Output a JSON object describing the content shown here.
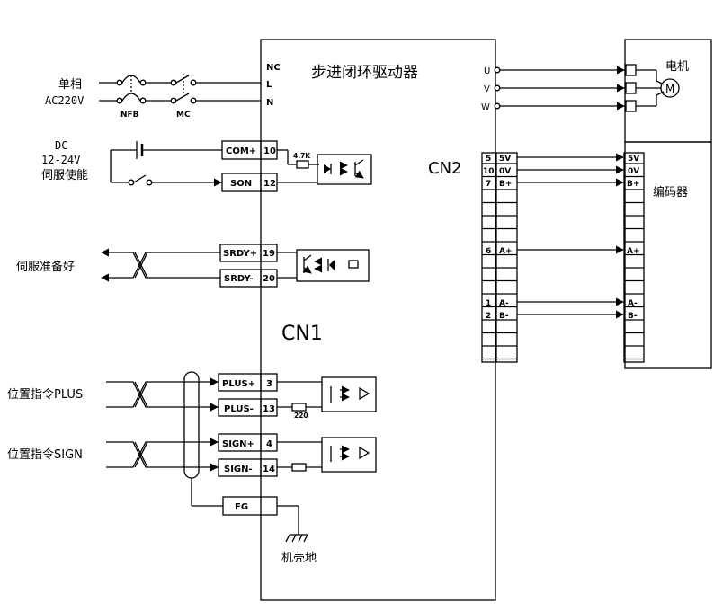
{
  "driver": {
    "title": "步进闭环驱动器",
    "cn1_label": "CN1",
    "cn2_label": "CN2"
  },
  "power": {
    "label_line1": "单相",
    "label_line2": "AC220V",
    "nfb": "NFB",
    "mc": "MC",
    "nc": "NC",
    "l": "L",
    "n": "N"
  },
  "motor": {
    "title": "电机",
    "u": "U",
    "v": "V",
    "w": "W",
    "symbol": "M"
  },
  "enable": {
    "line1": "DC",
    "line2": "12-24V",
    "line3": "伺服使能",
    "resistor": "4.7K"
  },
  "ready": {
    "label": "伺服准备好"
  },
  "pulse": {
    "plus_label": "位置指令PLUS",
    "sign_label": "位置指令SIGN",
    "resistor": "220"
  },
  "cn1_pins": [
    {
      "name": "COM+",
      "num": "10"
    },
    {
      "name": "SON",
      "num": "12"
    },
    {
      "name": "SRDY+",
      "num": "19"
    },
    {
      "name": "SRDY-",
      "num": "20"
    },
    {
      "name": "PLUS+",
      "num": "3"
    },
    {
      "name": "PLUS-",
      "num": "13"
    },
    {
      "name": "SIGN+",
      "num": "4"
    },
    {
      "name": "SIGN-",
      "num": "14"
    },
    {
      "name": "FG",
      "num": ""
    }
  ],
  "cn2_pins": [
    {
      "num": "5",
      "name": "5V"
    },
    {
      "num": "10",
      "name": "0V"
    },
    {
      "num": "7",
      "name": "B+"
    },
    {
      "num": "6",
      "name": "A+"
    },
    {
      "num": "1",
      "name": "A-"
    },
    {
      "num": "2",
      "name": "B-"
    }
  ],
  "encoder": {
    "title": "编码器",
    "pins": [
      "5V",
      "0V",
      "B+",
      "A+",
      "A-",
      "B-"
    ]
  },
  "ground": {
    "label": "机壳地"
  }
}
